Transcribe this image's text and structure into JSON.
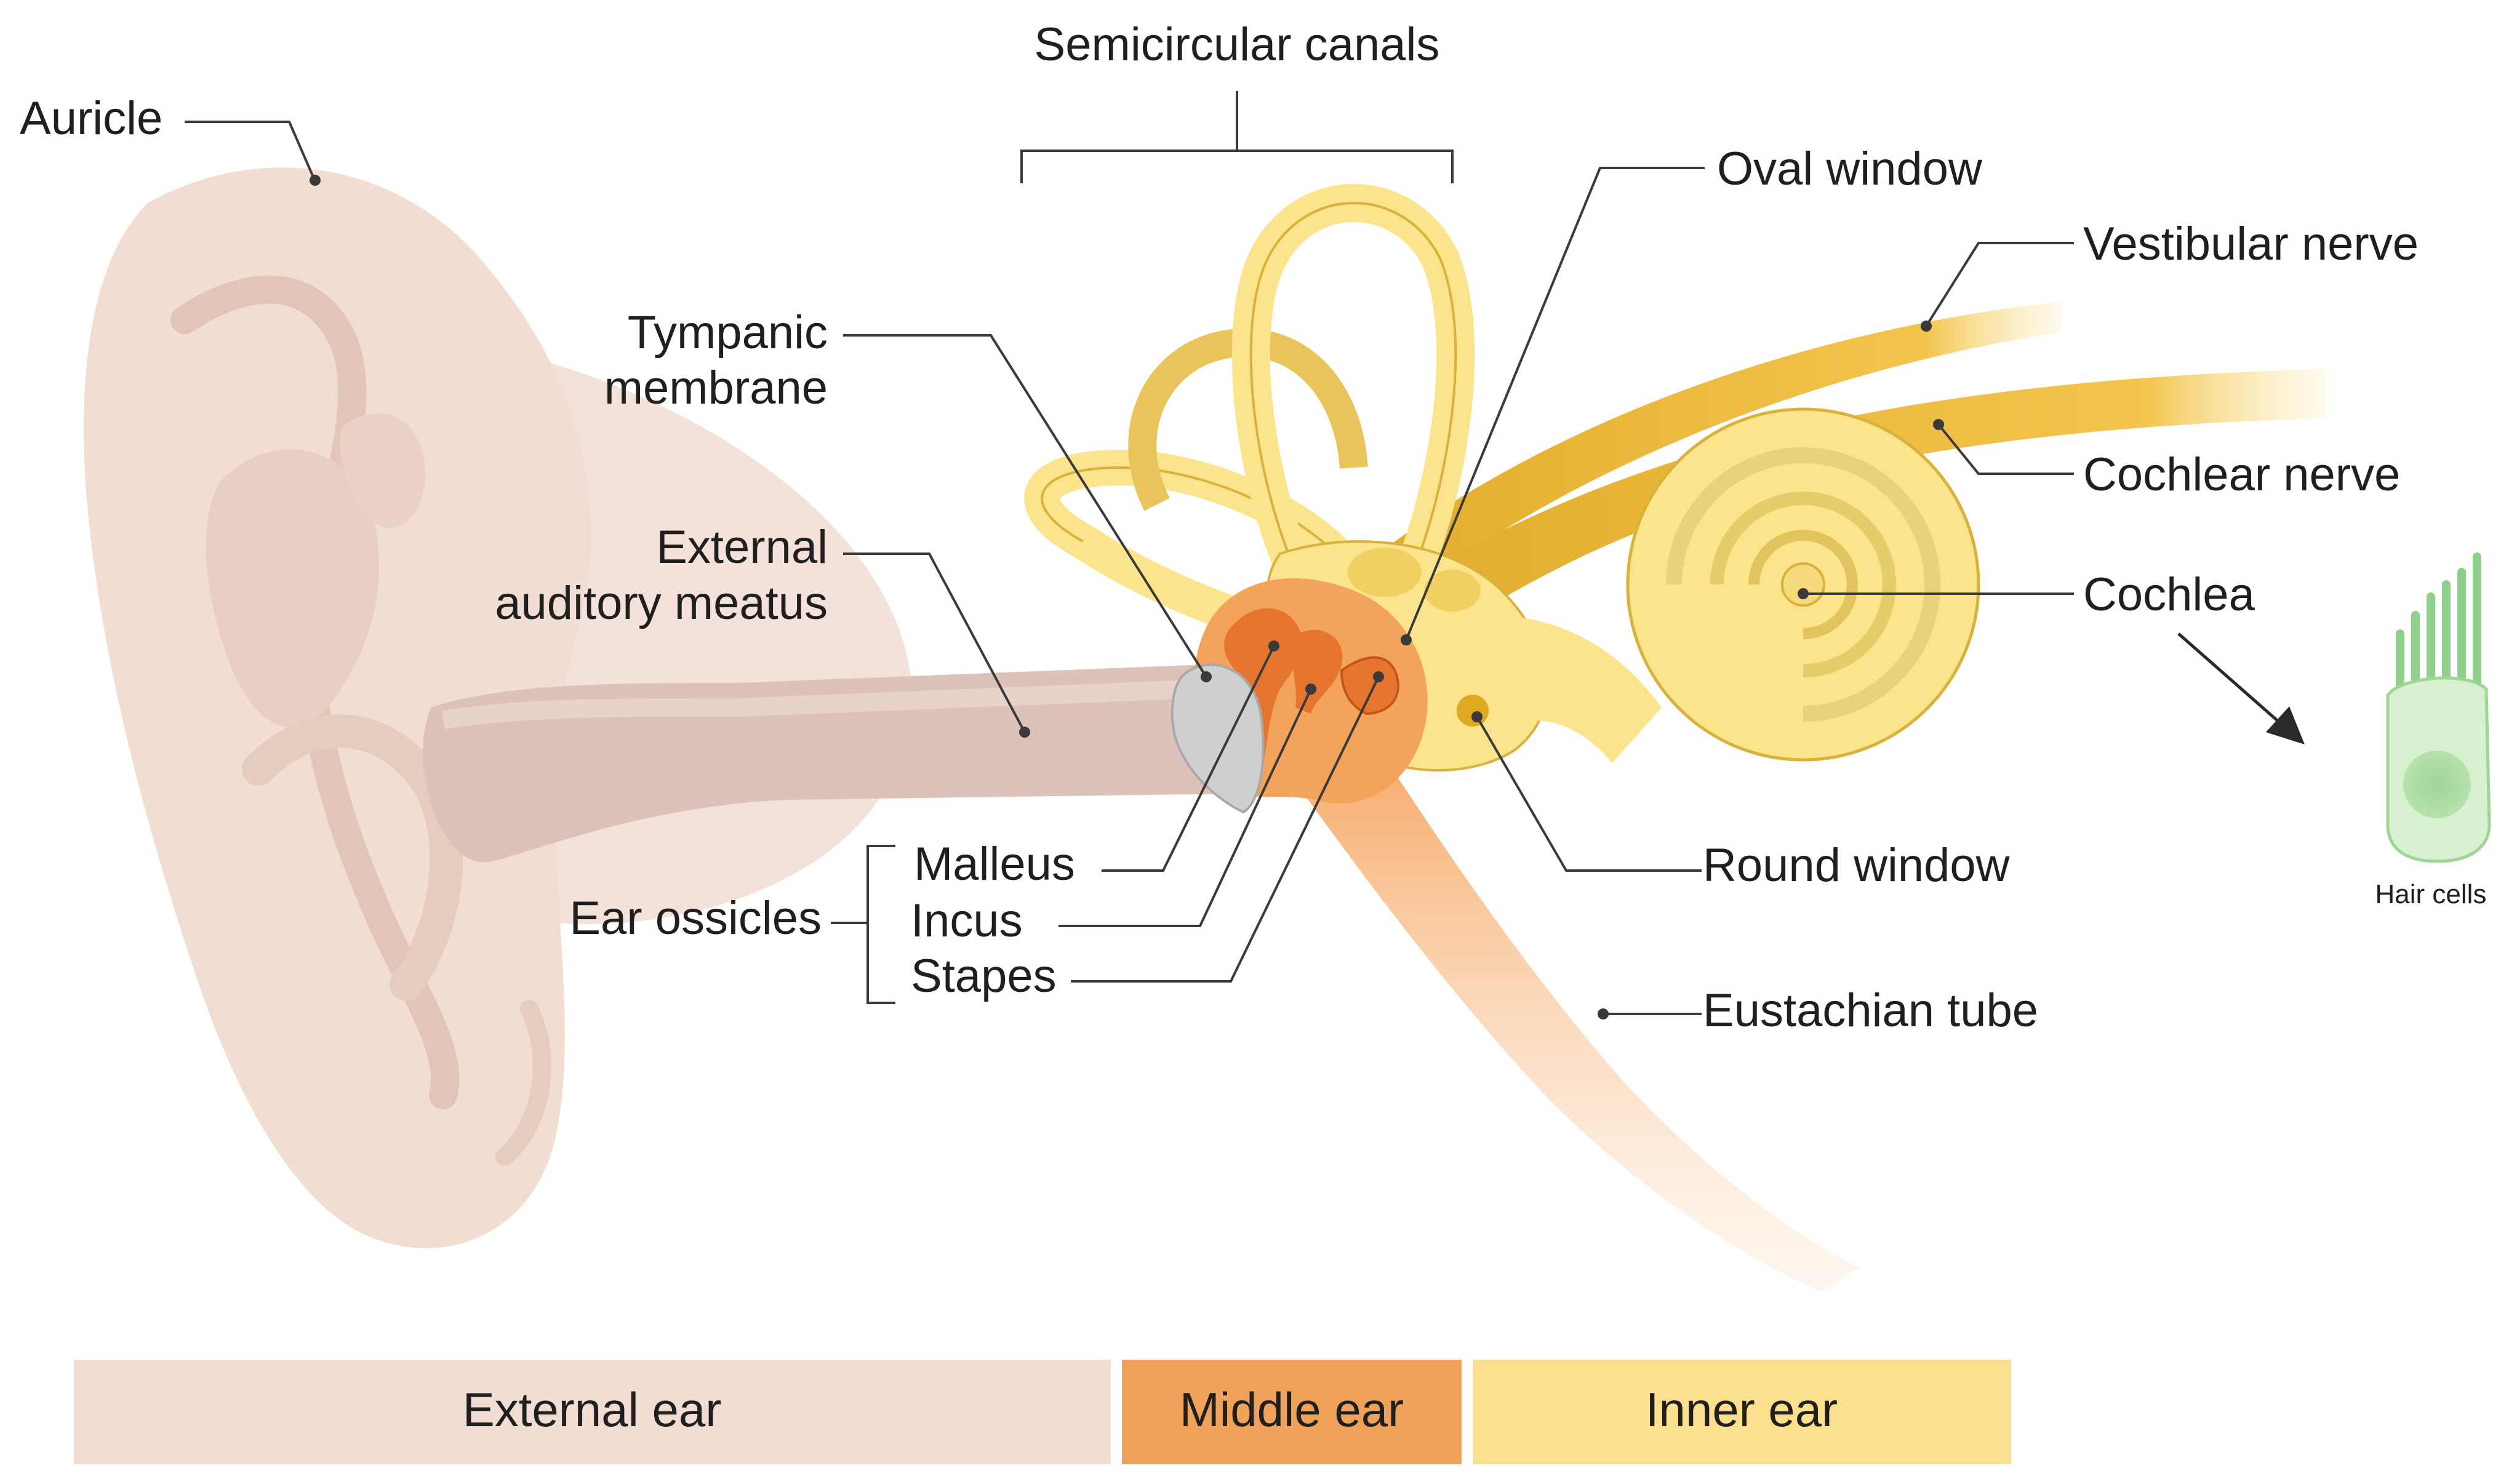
{
  "labels": {
    "auricle": "Auricle",
    "semicircular_canals": "Semicircular canals",
    "oval_window": "Oval window",
    "vestibular_nerve": "Vestibular nerve",
    "tympanic_line1": "Tympanic",
    "tympanic_line2": "membrane",
    "external_line1": "External",
    "external_line2": "auditory meatus",
    "cochlear_nerve": "Cochlear nerve",
    "cochlea": "Cochlea",
    "malleus": "Malleus",
    "incus": "Incus",
    "stapes": "Stapes",
    "ear_ossicles": "Ear ossicles",
    "round_window": "Round window",
    "eustachian_tube": "Eustachian tube",
    "hair_cells": "Hair cells"
  },
  "regions": {
    "external": "External ear",
    "middle": "Middle ear",
    "inner": "Inner ear"
  },
  "colors": {
    "external_ear": "#f2ddd3",
    "middle_ear": "#f0a15a",
    "inner_ear": "#fde08e",
    "canal": "#dcc2b8",
    "inner_structure": "#fbe48c",
    "inner_outline": "#d8b23a",
    "middle_structure": "#f4a35a",
    "nerve": "#e8b640",
    "hair_cell": "#bfe6b5",
    "leader_line": "#3a3a3a"
  }
}
